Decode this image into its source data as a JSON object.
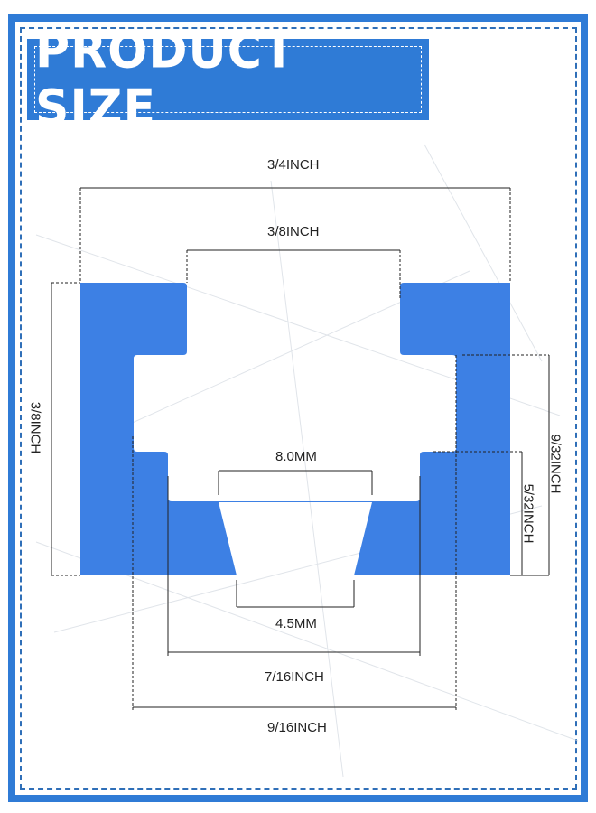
{
  "title": "PRODUCT SIZE",
  "colors": {
    "profile": "#3d80e4",
    "frame": "#2f7bd6"
  },
  "dimensions": {
    "overall_width": "3/4INCH",
    "top_opening": "3/8INCH",
    "height": "3/8INCH",
    "inner_top_width": "8.0MM",
    "bottom_opening": "4.5MM",
    "inner_width": "7/16INCH",
    "cavity_width": "9/16INCH",
    "upper_step_height": "9/32INCH",
    "lower_step_height": "5/32INCH"
  }
}
